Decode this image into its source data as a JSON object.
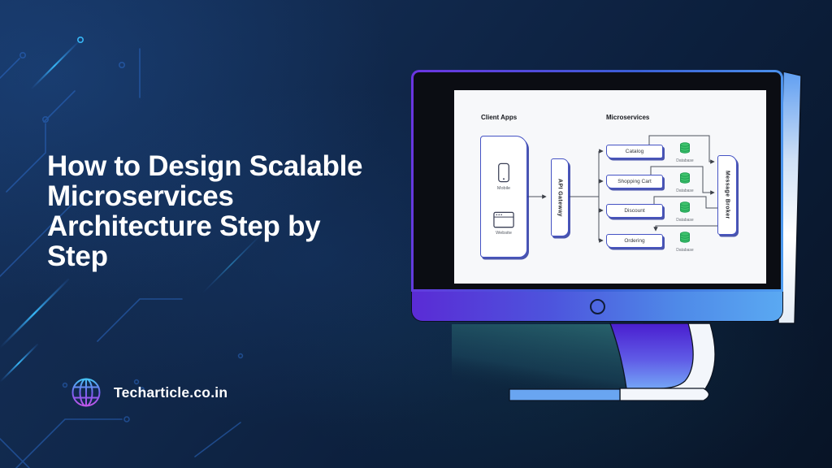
{
  "hero": {
    "title_lines": [
      "How to Design Scalable",
      "Microservices",
      "Architecture Step by",
      "Step"
    ],
    "title": "How to Design Scalable Microservices Architecture Step by Step",
    "brand": "Techarticle.co.in"
  },
  "screen_diagram": {
    "client_apps_label": "Client Apps",
    "clients": [
      {
        "label": "Mobile",
        "icon": "smartphone-icon"
      },
      {
        "label": "Website",
        "icon": "browser-window-icon"
      }
    ],
    "api_gateway_label": "API Gateway",
    "microservices_label": "Microservices",
    "services": [
      {
        "label": "Catalog"
      },
      {
        "label": "Shopping Cart"
      },
      {
        "label": "Discount"
      },
      {
        "label": "Ordering"
      }
    ],
    "database_label": "Database",
    "message_broker_label": "Message Broker"
  },
  "colors": {
    "background_navy": "#0e2446",
    "accent_purple": "#5b2fd6",
    "accent_blue": "#4f9df0",
    "circuit_blue": "#2e6fd0",
    "streak_cyan": "#37b6f5",
    "database_green": "#3fc36d",
    "teal_shadow": "#2a6870",
    "diagram_border_indigo": "#4553c4",
    "headline_white": "#ffffff"
  }
}
